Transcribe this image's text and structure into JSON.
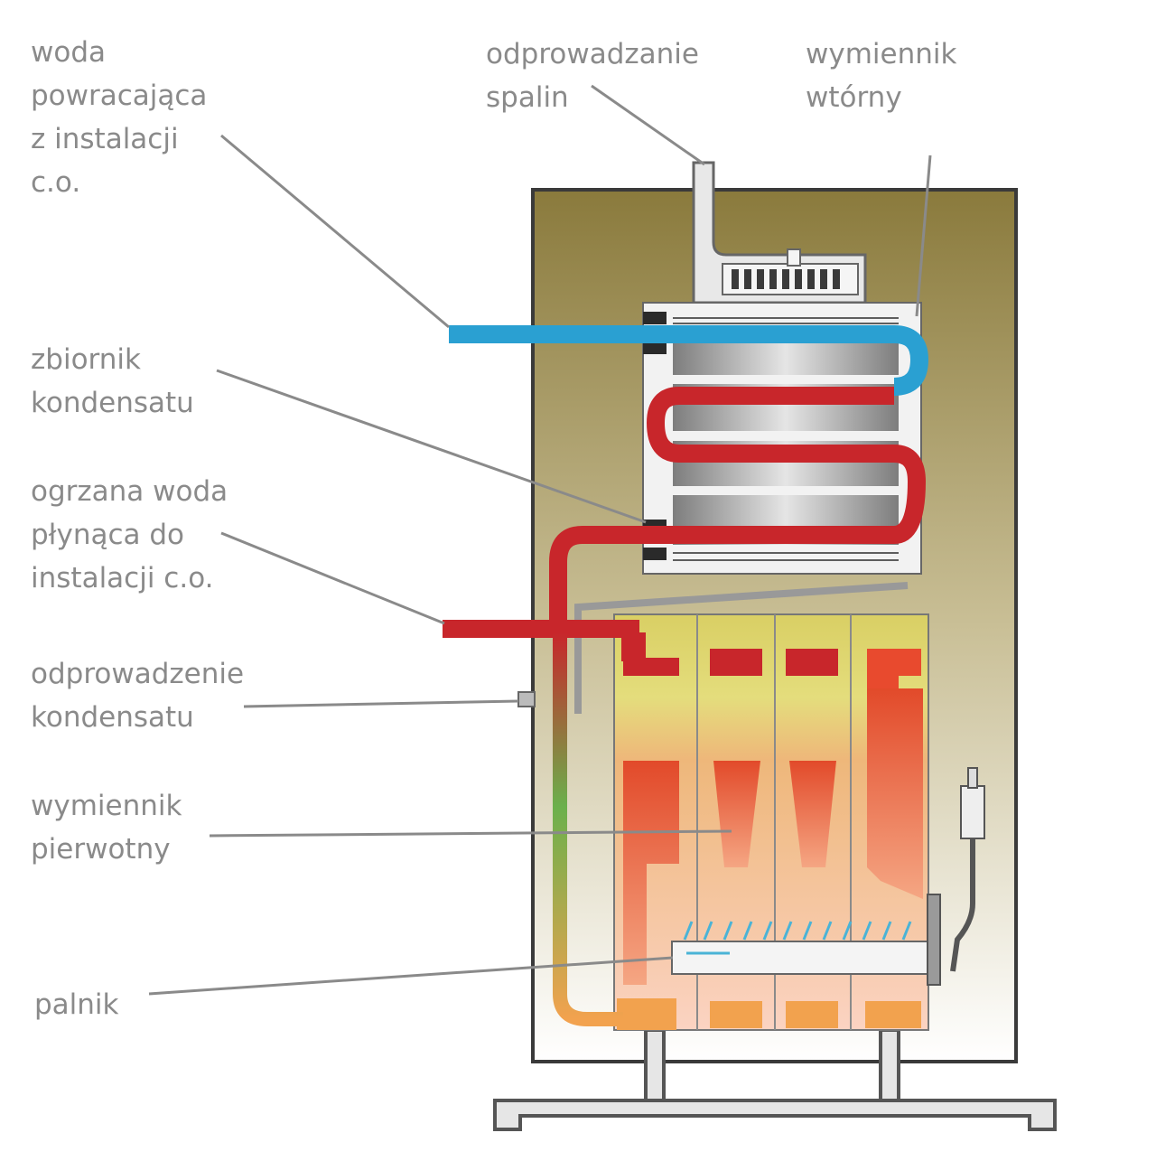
{
  "labels": {
    "return_water": [
      "woda",
      "powracająca",
      "z  instalacji",
      "c.o."
    ],
    "flue_gas": [
      "odprowadzanie",
      "spalin"
    ],
    "secondary_exchanger": [
      "wymiennik",
      "wtórny"
    ],
    "condensate_tank": [
      "zbiornik",
      "kondensatu"
    ],
    "heated_water": [
      "ogrzana woda",
      "płynąca do",
      "instalacji c.o."
    ],
    "condensate_drain": [
      "odprowadzenie",
      "kondensatu"
    ],
    "primary_exchanger": [
      "wymiennik",
      "pierwotny"
    ],
    "burner": [
      "palnik"
    ]
  },
  "colors": {
    "housing_top": "#8a7a3c",
    "housing_bottom": "#ffffff",
    "cold_pipe": "#2aa0d2",
    "hot_pipe": "#c8262b",
    "exchanger_hot": "#e84a2e",
    "exchanger_mid": "#f2a24e",
    "exchanger_green": "#cfd66a",
    "fins": "#9a9a9a",
    "flame": "#4ab3d6",
    "leader_line": "#8a8a8a",
    "label_text": "#8a8a8a"
  }
}
